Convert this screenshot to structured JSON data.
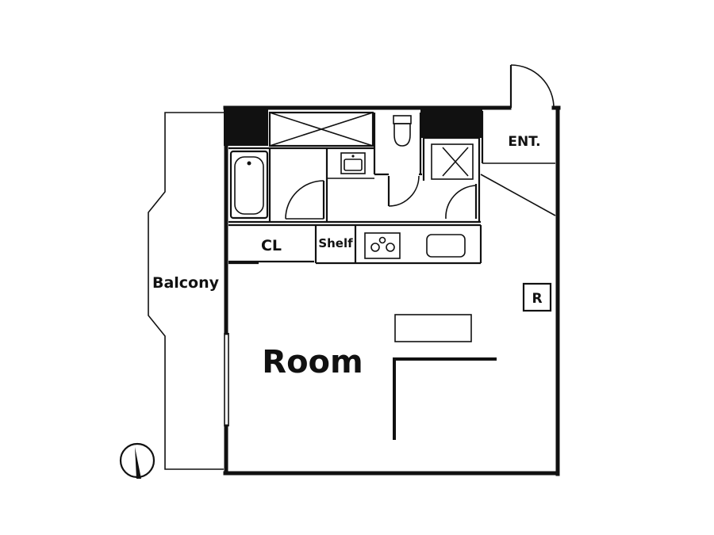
{
  "labels": {
    "balcony": "Balcony",
    "entrance": "ENT.",
    "closet": "CL",
    "shelf": "Shelf",
    "room": "Room",
    "refrigerator": "R"
  },
  "icons": {
    "compass": "north-arrow-icon",
    "toilet": "toilet-icon",
    "bathtub": "bathtub-icon",
    "sink": "washbasin-icon",
    "stove": "stove-icon",
    "kitchen_sink": "kitchen-sink-icon"
  },
  "colors": {
    "line": "#111111",
    "background": "#ffffff"
  }
}
